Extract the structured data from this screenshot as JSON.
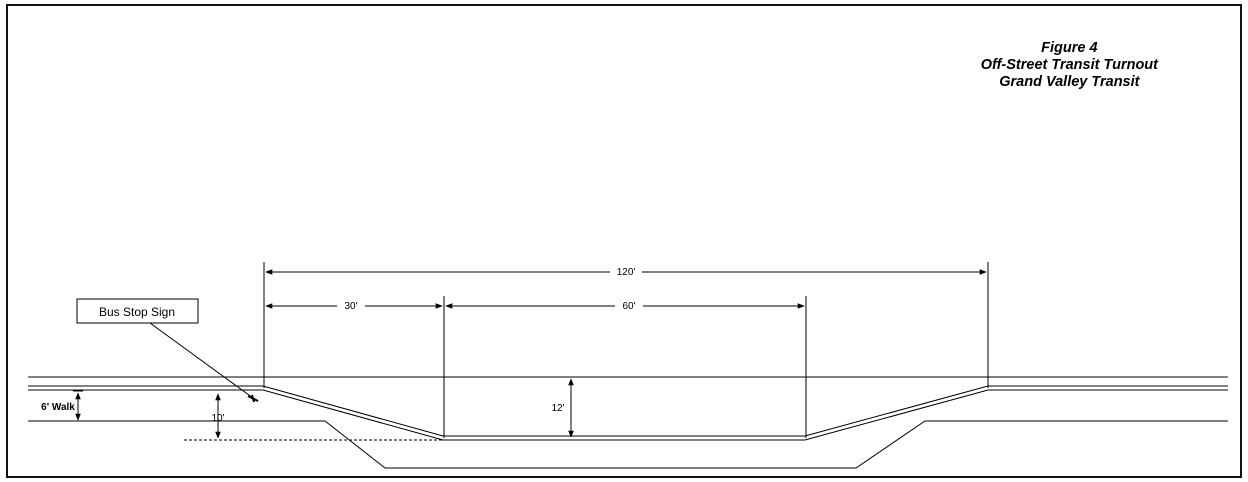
{
  "title": {
    "line1": "Figure 4",
    "line2": "Off-Street Transit Turnout",
    "line3": "Grand Valley Transit"
  },
  "labels": {
    "bus_stop_sign": "Bus Stop Sign",
    "walk": "6' Walk",
    "setback": "10'",
    "bay_depth": "12'"
  },
  "dimensions": {
    "overall": "120'",
    "taper": "30'",
    "loading_area": "60'"
  }
}
